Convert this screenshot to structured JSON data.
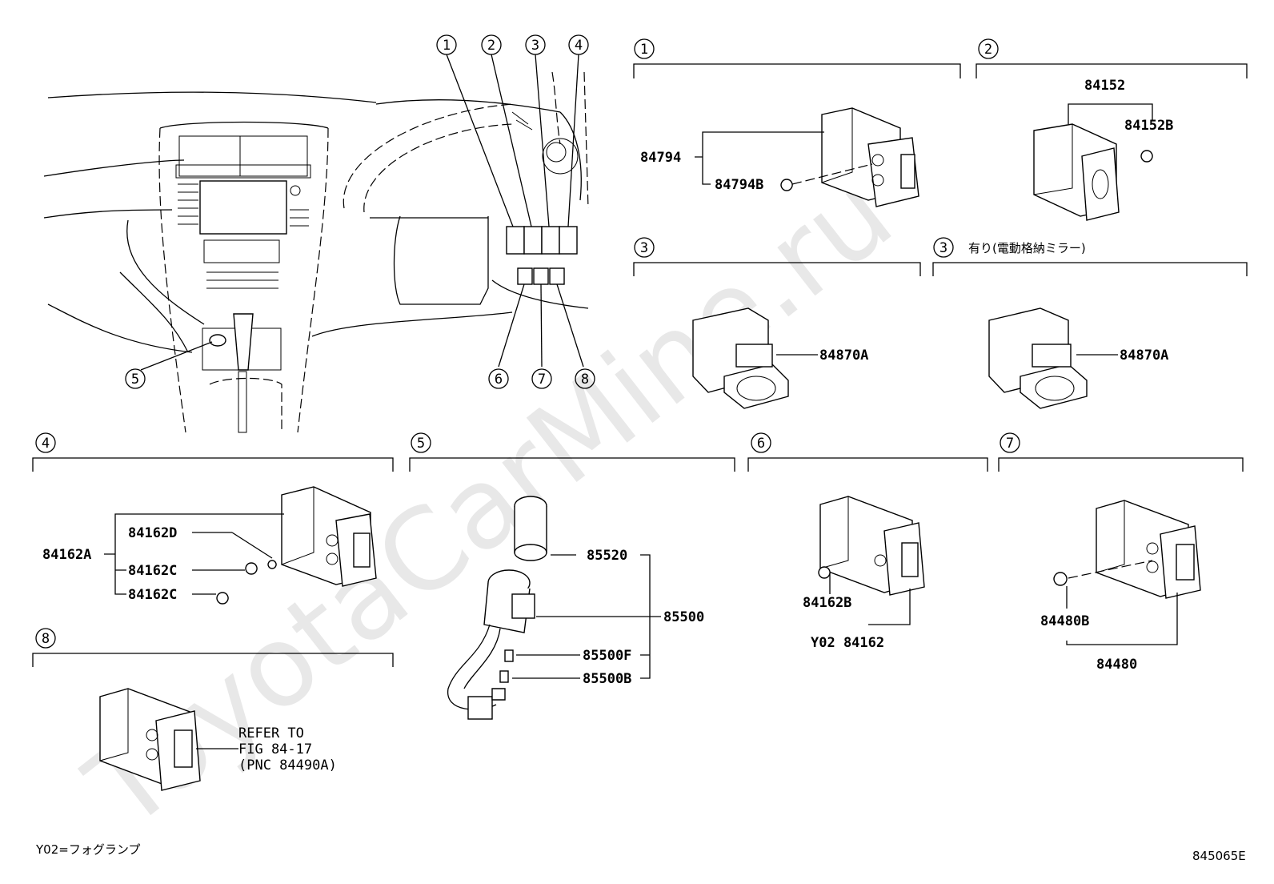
{
  "watermark": "ToyotaCarMine.ru",
  "figure_code": "845065E",
  "legend_note": "Y02=フォグランプ",
  "callouts": [
    "1",
    "2",
    "3",
    "4",
    "5",
    "6",
    "7",
    "8"
  ],
  "sections": {
    "s1": {
      "number": "1",
      "parts": [
        "84794",
        "84794B"
      ]
    },
    "s2": {
      "number": "2",
      "parts": [
        "84152",
        "84152B"
      ]
    },
    "s3a": {
      "number": "3",
      "parts": [
        "84870A"
      ]
    },
    "s3b": {
      "number": "3",
      "note": "有り(電動格納ミラー)",
      "parts": [
        "84870A"
      ]
    },
    "s4": {
      "number": "4",
      "parts": [
        "84162A",
        "84162D",
        "84162C",
        "84162C"
      ]
    },
    "s5": {
      "number": "5",
      "parts": [
        "85520",
        "85500",
        "85500F",
        "85500B"
      ]
    },
    "s6": {
      "number": "6",
      "parts": [
        "84162B",
        "Y02 84162"
      ]
    },
    "s7": {
      "number": "7",
      "parts": [
        "84480B",
        "84480"
      ]
    },
    "s8": {
      "number": "8",
      "refer": [
        "REFER TO",
        "FIG 84-17",
        "(PNC 84490A)"
      ]
    }
  }
}
